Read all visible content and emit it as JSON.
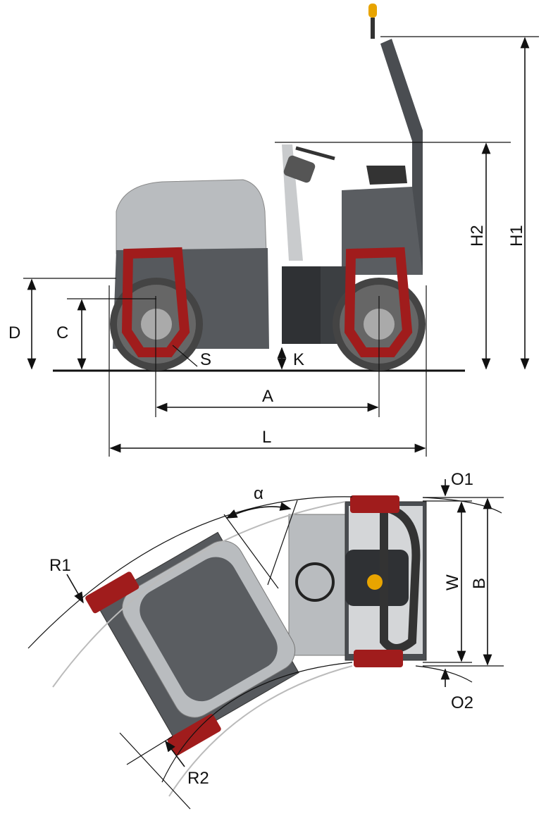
{
  "title": "Tandem roller dimension drawing",
  "side_view": {
    "labels": {
      "D": "D",
      "C": "C",
      "S": "S",
      "K": "K",
      "A": "A",
      "L": "L",
      "H2": "H2",
      "H1": "H1"
    }
  },
  "top_view": {
    "labels": {
      "alpha": "α",
      "O1": "O1",
      "W": "W",
      "B": "B",
      "O2": "O2",
      "R1": "R1",
      "R2": "R2"
    }
  },
  "colors": {
    "body_dark": "#55585c",
    "hood_light": "#b9bcbf",
    "frame_red": "#a01c1c",
    "beacon": "#e8a400"
  }
}
